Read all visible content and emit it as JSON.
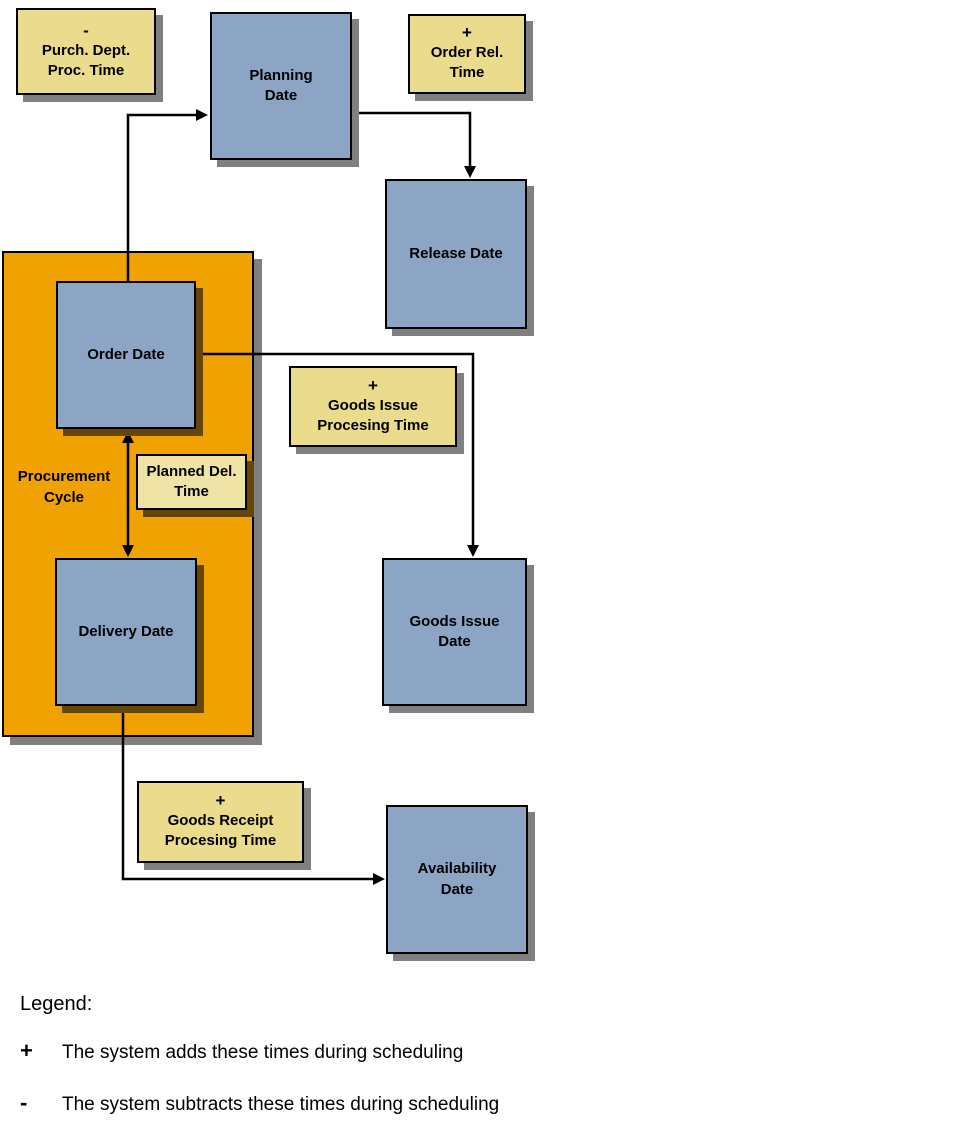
{
  "colors": {
    "box_blue": "#8CA5C4",
    "box_yellow": "#EADC8C",
    "box_yellow_light": "#EFE4A6",
    "orange": "#F0A202",
    "shadow_gray": "#808080",
    "shadow_brown": "#654508",
    "line": "#000000"
  },
  "diagram": {
    "nodes": {
      "purch_dept_proc_time": {
        "sign": "-",
        "line1": "Purch. Dept.",
        "line2": "Proc. Time"
      },
      "planning_date": {
        "line1": "Planning",
        "line2": "Date"
      },
      "order_rel_time": {
        "sign": "+",
        "line1": "Order Rel.",
        "line2": "Time"
      },
      "release_date": {
        "line1": "Release Date"
      },
      "procurement_cycle": {
        "line1": "Procurement",
        "line2": "Cycle"
      },
      "order_date": {
        "line1": "Order Date"
      },
      "planned_del_time": {
        "line1": "Planned Del.",
        "line2": "Time"
      },
      "delivery_date": {
        "line1": "Delivery Date"
      },
      "goods_issue_time": {
        "sign": "+",
        "line1": "Goods Issue",
        "line2": "Procesing Time"
      },
      "goods_issue_date": {
        "line1": "Goods Issue",
        "line2": "Date"
      },
      "goods_receipt_time": {
        "sign": "+",
        "line1": "Goods Receipt",
        "line2": "Procesing Time"
      },
      "availability_date": {
        "line1": "Availability",
        "line2": "Date"
      }
    }
  },
  "legend": {
    "title": "Legend:",
    "items": [
      {
        "symbol": "+",
        "text": "The system adds these times during scheduling"
      },
      {
        "symbol": "-",
        "text": "The system subtracts these times during scheduling"
      }
    ]
  }
}
